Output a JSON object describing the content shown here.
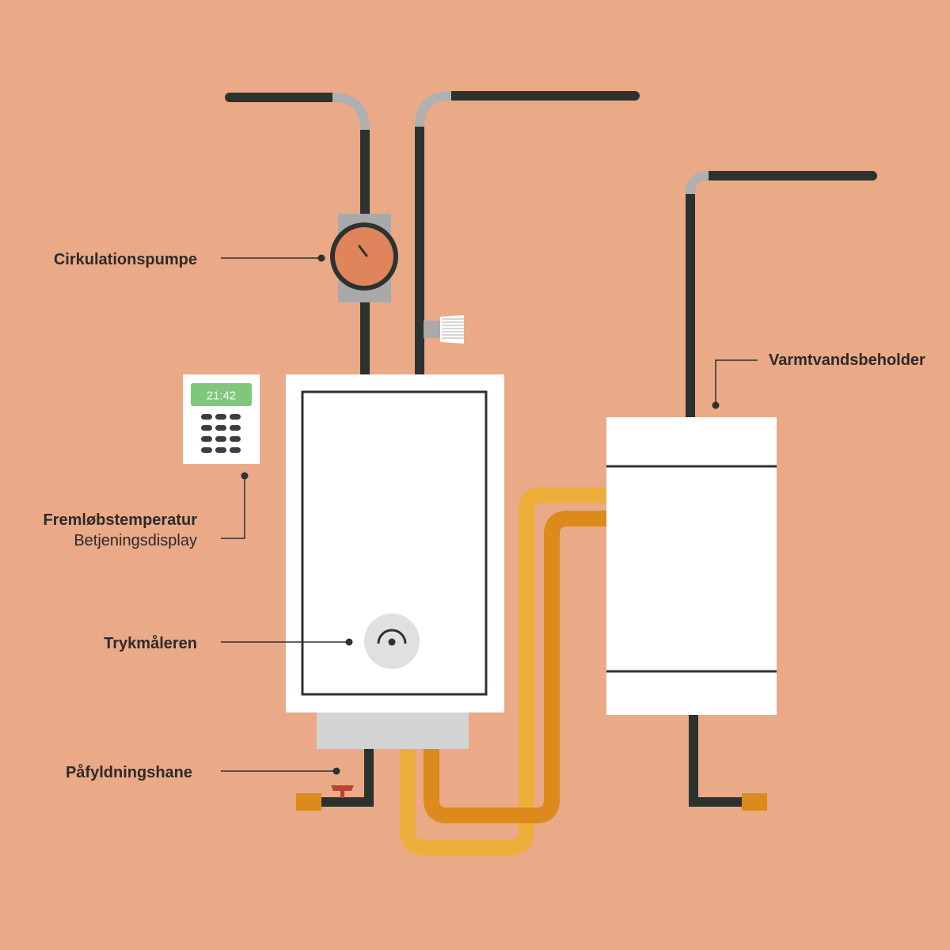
{
  "labels": {
    "pump": "Cirkulationspumpe",
    "hot_water_tank": "Varmtvandsbeholder",
    "flow_temperature": "Fremløbstemperatur",
    "control_display": "Betjeningsdisplay",
    "pressure_gauge": "Trykmåleren",
    "fill_valve": "Påfyldningshane"
  },
  "display": {
    "time": "21:42"
  },
  "colors": {
    "background": "#eaa987",
    "pipe": "#2c332f",
    "pipe_bend": "#b0b0b0",
    "pump_face": "#e0845c",
    "display_screen": "#7ec77d",
    "pipe_orange_light": "#eeae3c",
    "pipe_orange_dark": "#dd8a1c",
    "valve_handle": "#b8462c"
  },
  "icons": [
    "thermostat-valve-icon",
    "pressure-gauge-icon",
    "fill-valve-icon",
    "pump-icon"
  ]
}
